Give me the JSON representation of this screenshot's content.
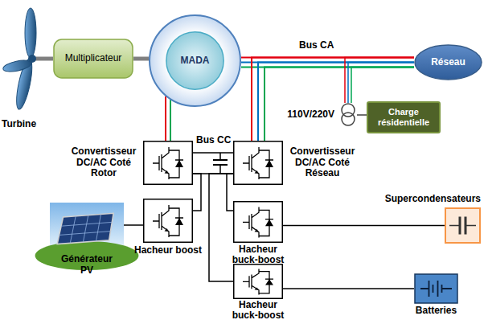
{
  "diagram": {
    "nodes": [
      {
        "text": [
          "Turbine"
        ]
      },
      {
        "text": [
          "Multiplicateur"
        ]
      },
      {
        "text": [
          "MADA"
        ]
      },
      {
        "text": [
          "Réseau"
        ]
      },
      {
        "text": [
          "110V/220V"
        ]
      },
      {
        "text": [
          "Charge résidentielle"
        ]
      },
      {
        "text": [
          "Convertisseur DC/AC Coté Rotor"
        ]
      },
      {
        "text": [
          "Convertisseur DC/AC Coté Réseau"
        ]
      },
      {
        "text": [
          "Générateur PV"
        ]
      },
      {
        "text": [
          "Hacheur boost"
        ]
      },
      {
        "text": [
          "Hacheur buck-boost"
        ]
      },
      {
        "text": [
          "Supercondensateurs"
        ]
      },
      {
        "text": [
          "Hacheur buck-boost"
        ]
      },
      {
        "text": [
          "Batteries"
        ]
      }
    ],
    "edges": [
      {
        "from": 0,
        "to": 1,
        "arrow": "none"
      },
      {
        "from": 1,
        "to": 2,
        "arrow": "none"
      },
      {
        "from": 2,
        "to": 3,
        "arrow": "none"
      },
      {
        "from": 2,
        "to": 6,
        "arrow": "none"
      },
      {
        "from": 7,
        "to": 3,
        "arrow": "none"
      },
      {
        "from": 4,
        "to": 3,
        "arrow": "none"
      },
      {
        "from": 4,
        "to": 5,
        "arrow": "none"
      },
      {
        "from": 6,
        "to": 7,
        "arrow": "none"
      },
      {
        "from": 9,
        "to": 6,
        "arrow": "none"
      },
      {
        "from": 10,
        "to": 7,
        "arrow": "none"
      },
      {
        "from": 12,
        "to": 7,
        "arrow": "none"
      },
      {
        "from": 8,
        "to": 9,
        "arrow": "none"
      },
      {
        "from": 10,
        "to": 11,
        "arrow": "none"
      },
      {
        "from": 12,
        "to": 13,
        "arrow": "none"
      }
    ],
    "labels": [
      "Bus CA",
      "Bus CC"
    ]
  }
}
